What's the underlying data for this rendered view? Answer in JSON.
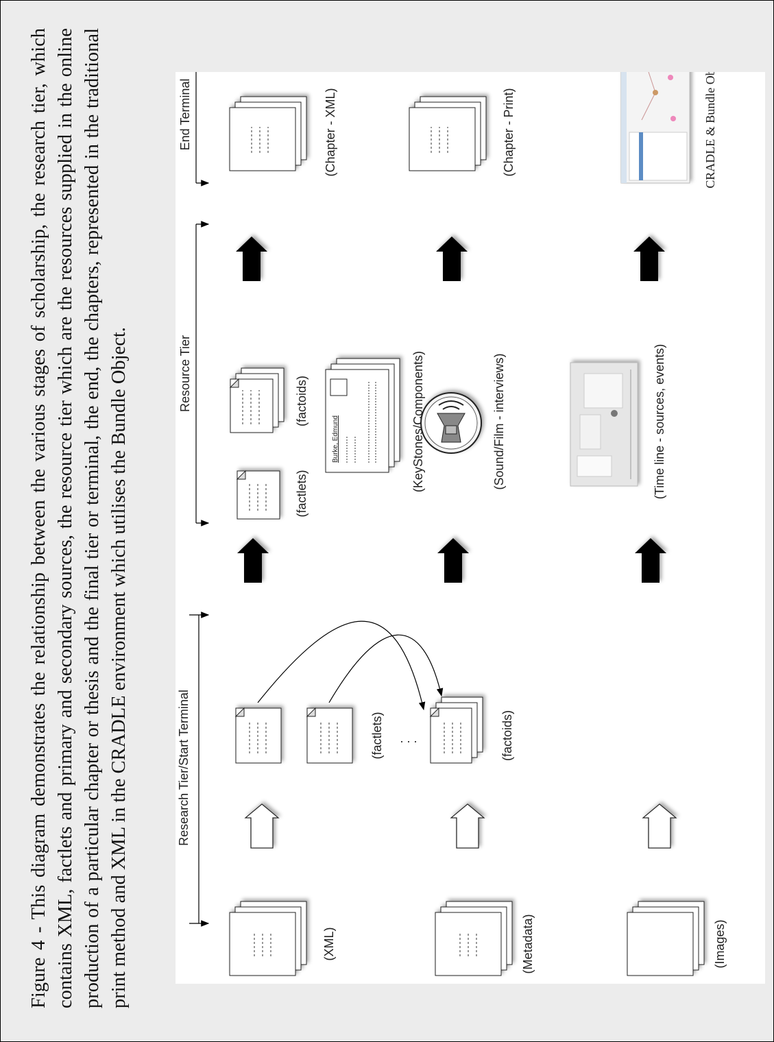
{
  "caption": "Figure 4 - This diagram demonstrates the relationship between the various stages of scholarship, the research tier, which contains XML, factlets and primary and secondary sources, the resource tier which are the resources supplied in the online production of a particular chapter or thesis and the final tier or terminal, the end, the chapters, represented in the traditional print method and XML in the CRADLE environment which utilises the Bundle Object.",
  "tiers": {
    "research": "Research Tier/Start Terminal",
    "resource": "Resource Tier",
    "end": "End Terminal"
  },
  "labels": {
    "xml": "(XML)",
    "metadata": "(Metadata)",
    "images": "(Images)",
    "factlets_research": "(factlets)",
    "factoids_research": "(factoids)",
    "ellipsis": ". . .",
    "factlets_resource": "(factlets)",
    "factoids_resource": "(factoids)",
    "keystones": "(KeyStones/Components)",
    "keystone_name": "Burke, Edmund",
    "sound": "(Sound/Film - interviews)",
    "timeline": "(Time line - sources, events)",
    "chapter_xml": "(Chapter - XML)",
    "chapter_print": "(Chapter - Print)",
    "cradle": "CRADLE & Bundle Object"
  }
}
